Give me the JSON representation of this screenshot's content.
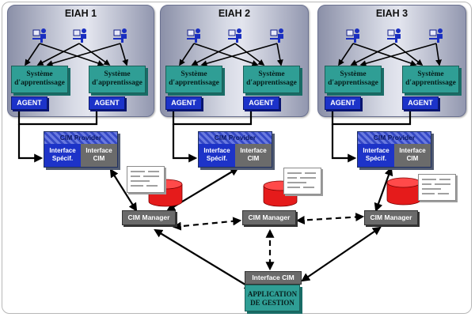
{
  "eiah": [
    {
      "title": "EIAH 1"
    },
    {
      "title": "EIAH 2"
    },
    {
      "title": "EIAH 3"
    }
  ],
  "system_line1": "Système",
  "system_line2": "d'apprentissage",
  "agent": "AGENT",
  "cim_provider": "CIM Provider",
  "interface_specif": [
    "Interface",
    "Spécif."
  ],
  "interface_cim_small": [
    "Interface",
    "CIM"
  ],
  "cim_manager": "CIM Manager",
  "interface_cim": "Interface CIM",
  "app_line1": "APPLICATION",
  "app_line2": "DE GESTION",
  "colors": {
    "teal": "#2f9e95",
    "agent_blue": "#1c33c9",
    "provider_blue": "#3448c5",
    "gray": "#6a6a6a",
    "db_red": "#e51b1b"
  },
  "icons": [
    "user-at-computer-icon",
    "database-icon",
    "document-icon"
  ]
}
